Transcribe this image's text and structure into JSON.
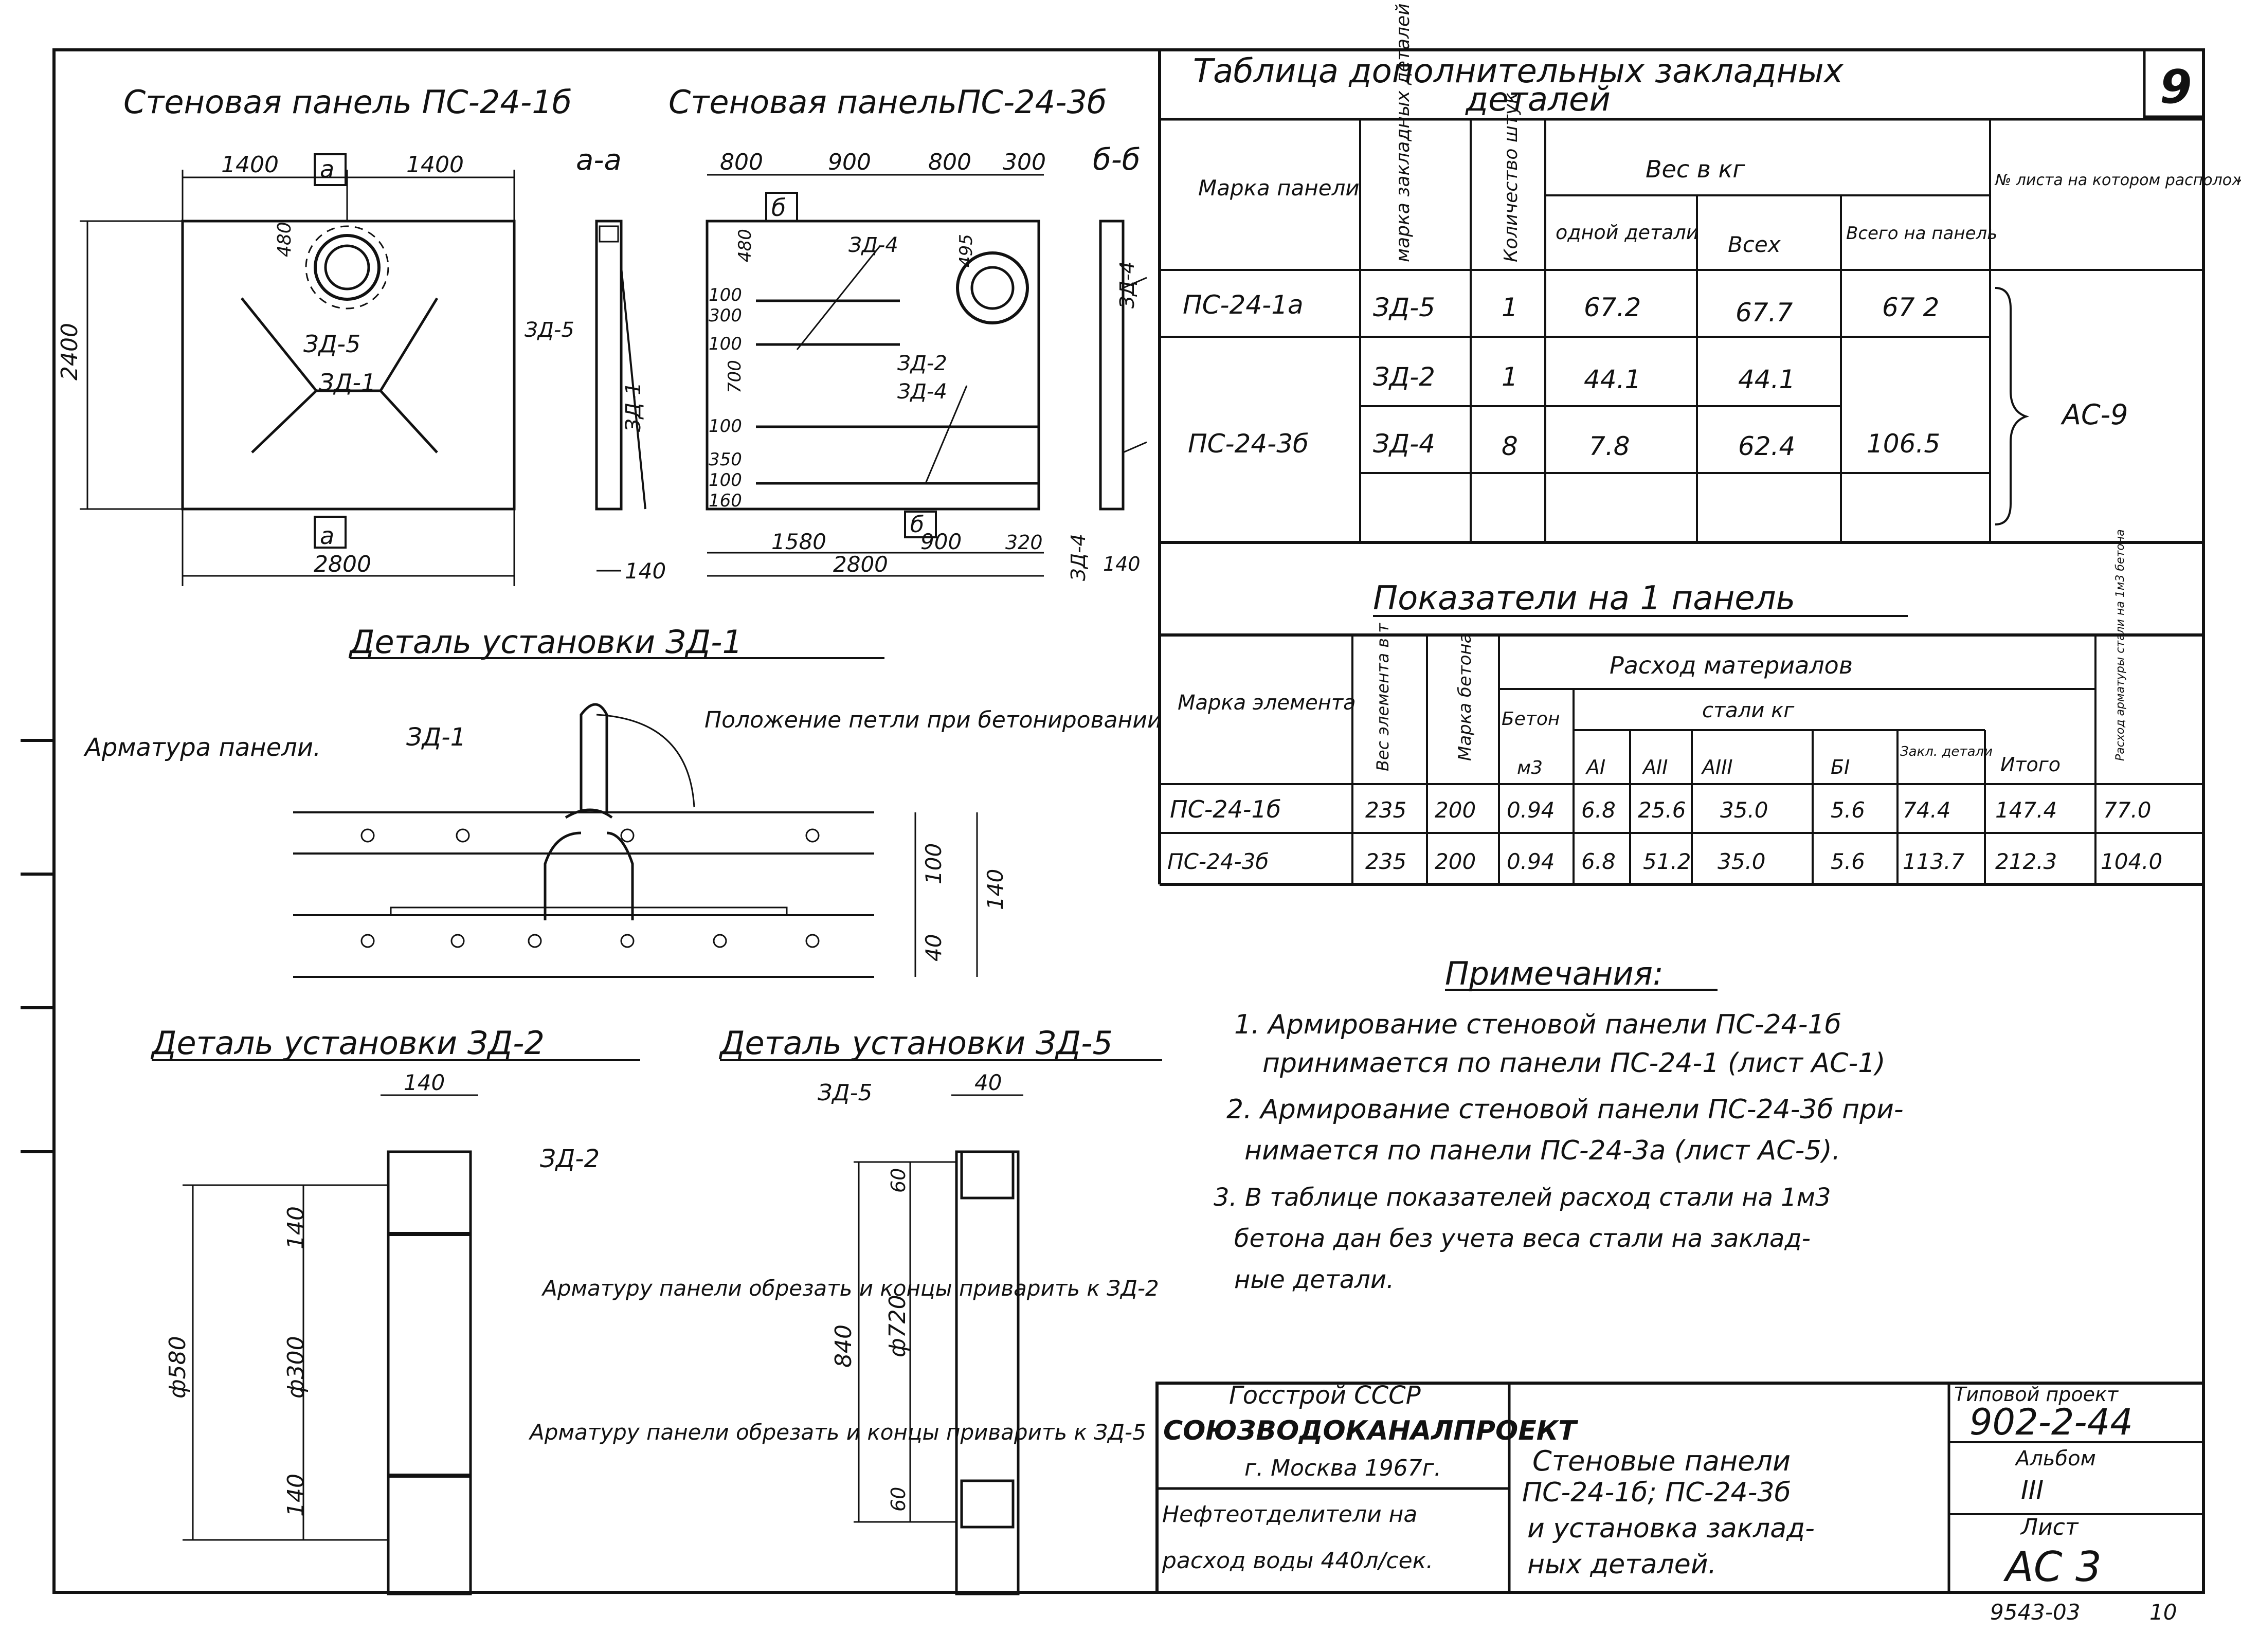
{
  "sheet_number": "9",
  "panels": {
    "left_title": "Стеновая панель ПС-24-1б",
    "right_title": "Стеновая панельПС-24-3б",
    "section_a": "а-а",
    "section_b": "б-б",
    "cut_a": "а",
    "cut_b": "б",
    "left_dims": [
      "1400",
      "1400",
      "480",
      "2400",
      "2800",
      "140"
    ],
    "left_labels": [
      "ЗД-5",
      "ЗД-1",
      "ЗД-5",
      "ЗД-1"
    ],
    "right_dims_top": [
      "800",
      "900",
      "800",
      "300"
    ],
    "right_dims_left": [
      "480",
      "100",
      "300",
      "100",
      "700",
      "100",
      "350",
      "100",
      "160"
    ],
    "right_dims_bottom": [
      "1580",
      "900",
      "320",
      "2800",
      "140"
    ],
    "right_dim_495": "495",
    "right_labels": [
      "ЗД-4",
      "ЗД-2",
      "ЗД-4",
      "ЗД-4",
      "ЗД-4"
    ]
  },
  "embedded_table": {
    "title_line1": "Таблица дополнительных закладных",
    "title_line2": "деталей",
    "headers": {
      "mark": "Марка панели",
      "detail_mark": "марка закладных деталей",
      "qty": "Количество штук",
      "weight": "Вес в кг",
      "one": "одной детали",
      "all": "Всех",
      "per_panel": "Всего на панель",
      "sheet": "№ листа на котором расположена деталь"
    },
    "rows": [
      {
        "panel": "ПС-24-1а",
        "detail": "ЗД-5",
        "qty": "1",
        "one": "67.2",
        "all": "67.7",
        "total": "67 2"
      },
      {
        "panel": "",
        "detail": "ЗД-2",
        "qty": "1",
        "one": "44.1",
        "all": "44.1",
        "total": ""
      },
      {
        "panel": "ПС-24-3б",
        "detail": "ЗД-4",
        "qty": "8",
        "one": "7.8",
        "all": "62.4",
        "total": "106.5"
      }
    ],
    "sheet_ref": "АС-9"
  },
  "indicators": {
    "title": "Показатели на 1 панель",
    "headers": {
      "mark": "Марка элемента",
      "weight": "Вес элемента в т",
      "concrete_mark": "Марка бетона",
      "consumption": "Расход материалов",
      "concrete": "Бетон",
      "m3": "м3",
      "steel": "стали кг",
      "a1": "АI",
      "a2": "АII",
      "a3": "АIII",
      "b1": "БI",
      "embedded": "Закл. детали",
      "total": "Итого",
      "per_m3": "Расход арматуры стали на 1м3 бетона"
    },
    "rows": [
      {
        "mark": "ПС-24-1б",
        "w": "235",
        "cm": "200",
        "con": "0.94",
        "a1": "6.8",
        "a2": "25.6",
        "a3": "35.0",
        "b1": "5.6",
        "emb": "74.4",
        "tot": "147.4",
        "per": "77.0"
      },
      {
        "mark": "ПС-24-3б",
        "w": "235",
        "cm": "200",
        "con": "0.94",
        "a1": "6.8",
        "a2": "51.2",
        "a3": "35.0",
        "b1": "5.6",
        "emb": "113.7",
        "tot": "212.3",
        "per": "104.0"
      }
    ]
  },
  "detail_zd1": {
    "title": "Деталь установки ЗД-1",
    "armature": "Арматура панели.",
    "loop_position": "Положение петли при бетонировании",
    "label": "ЗД-1",
    "dims": [
      "100",
      "140",
      "40"
    ]
  },
  "detail_zd2": {
    "title": "Деталь установки ЗД-2",
    "dim_top": "140",
    "label": "ЗД-2",
    "dims_v": [
      "140",
      "ф300",
      "140"
    ],
    "dim_left": "ф580",
    "note": "Арматуру панели обрезать и концы приварить к ЗД-2"
  },
  "detail_zd5": {
    "title": "Деталь установки ЗД-5",
    "dim_top": "40",
    "label": "ЗД-5",
    "dims_v": [
      "60",
      "ф720",
      "60"
    ],
    "dim_left": "840",
    "note": "Арматуру панели обрезать и концы приварить к ЗД-5"
  },
  "notes": {
    "title": "Примечания:",
    "lines": [
      "1. Армирование стеновой панели ПС-24-1б",
      "принимается по панели ПС-24-1 (лист АС-1)",
      "2. Армирование стеновой панели ПС-24-3б при-",
      "нимается по панели ПС-24-3а (лист АС-5).",
      "3. В таблице показателей расход стали на 1м3",
      "бетона дан без учета веса стали на заклад-",
      "ные детали."
    ]
  },
  "stamp": {
    "org1": "Госстрой СССР",
    "org2": "СОЮЗВОДОКАНАЛПРОЕКТ",
    "org3": "г. Москва 1967г.",
    "purpose1": "Нефтеотделители на",
    "purpose2": "расход воды 440л/сек.",
    "title1": "Стеновые панели",
    "title2": "ПС-24-1б; ПС-24-3б",
    "title3": "и установка заклад-",
    "title4": "ных деталей.",
    "project_label": "Типовой проект",
    "project": "902-2-44",
    "album_label": "Альбом",
    "album": "III",
    "sheet_label": "Лист",
    "sheet": "АС 3"
  },
  "footer": {
    "code": "9543-03",
    "page": "10"
  }
}
